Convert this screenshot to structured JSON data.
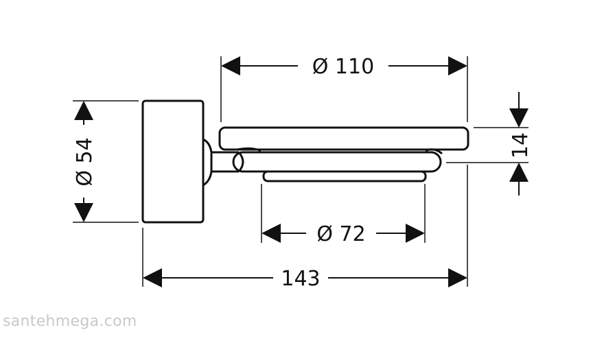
{
  "drawing": {
    "dimensions": {
      "dish_outer_diameter": "Ø 110",
      "rosette_diameter": "Ø 54",
      "dish_height": "14",
      "inner_dish_diameter": "Ø 72",
      "total_projection": "143"
    }
  },
  "watermark": {
    "text": "santehmega.com"
  },
  "colors": {
    "line": "#111111",
    "watermark": "#c9c9c9",
    "background": "#ffffff"
  }
}
